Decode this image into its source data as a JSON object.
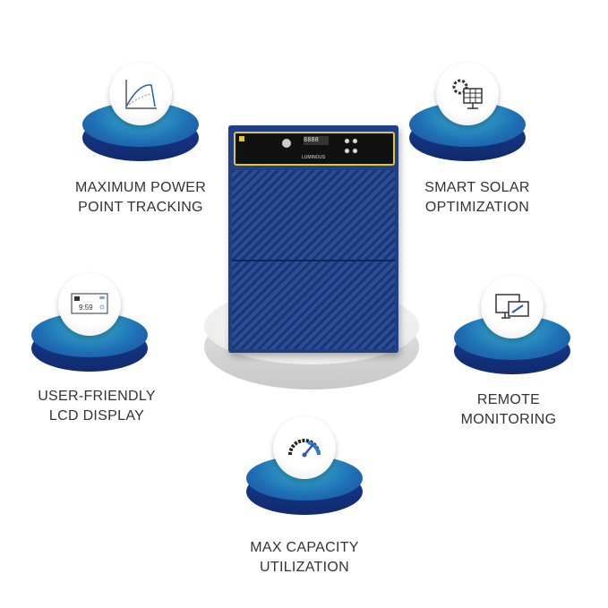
{
  "device": {
    "brand": "LUMINOUS",
    "display_time": "9:59"
  },
  "features": [
    {
      "id": "mppt",
      "icon": "solar-curve-graph-icon",
      "line1": "MAXIMUM POWER",
      "line2": "POINT TRACKING"
    },
    {
      "id": "smart-solar",
      "icon": "gear-solar-panel-icon",
      "line1": "SMART SOLAR",
      "line2": "OPTIMIZATION"
    },
    {
      "id": "lcd",
      "icon": "lcd-display-icon",
      "line1": "USER-FRIENDLY",
      "line2": "LCD DISPLAY"
    },
    {
      "id": "remote",
      "icon": "remote-monitor-icon",
      "line1": "REMOTE",
      "line2": "MONITORING"
    },
    {
      "id": "capacity",
      "icon": "gauge-icon",
      "line1": "MAX CAPACITY",
      "line2": "UTILIZATION"
    }
  ],
  "colors": {
    "disc_dark": "#1a3d8f",
    "disc_light": "#3bb4cf",
    "panel_trim": "#e2c72a"
  }
}
